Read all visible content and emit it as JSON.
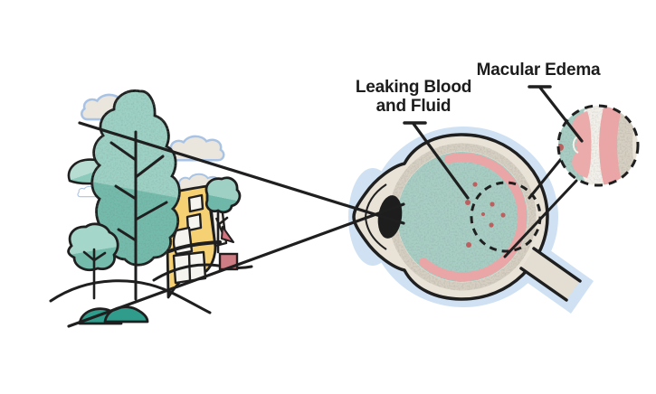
{
  "figure": {
    "type": "medical-illustration",
    "subject": "macular edema eye diagram",
    "labels": {
      "leaking_blood_line1": "Leaking Blood",
      "leaking_blood_line2": "and Fluid",
      "macular_edema": "Macular Edema"
    },
    "palette": {
      "text": "#1c1c1c",
      "outline": "#1f1f1f",
      "eye_glow_blue": "#cfe1f3",
      "sclera_cream": "#e8e2d7",
      "speckle_grey": "#d6cfc2",
      "vitreous_teal": "#a8cec4",
      "retina_pink": "#eaa6a6",
      "blood_dot_red": "#bc5f5f",
      "tree_teal_light": "#9ed1c5",
      "tree_teal_dark": "#74bbac",
      "bush_teal": "#2f9c8c",
      "building_yellow": "#f6d173",
      "window_white": "#f6f4ee",
      "cloud_fill": "#eae6dd",
      "cloud_outline_blue": "#a9c3e4",
      "flag_red": "#d5737f",
      "accent_square_red": "#cf7d84"
    }
  }
}
